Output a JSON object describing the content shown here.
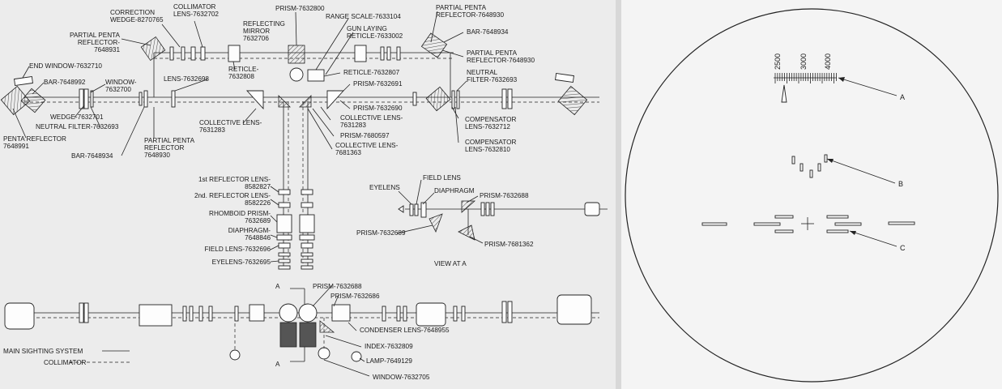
{
  "main_view": {
    "labels": {
      "correction_wedge": [
        "CORRECTION",
        "WEDGE-8270765"
      ],
      "collimator_lens_top": [
        "COLLIMATOR",
        "LENS-7632702"
      ],
      "prism_7632800": [
        "PRISM-7632800"
      ],
      "reflecting_mirror": [
        "REFLECTING",
        "MIRROR",
        "7632706"
      ],
      "range_scale": [
        "RANGE SCALE-7633104"
      ],
      "gun_laying_reticle": [
        "GUN LAYING",
        "RETICLE-7633002"
      ],
      "partial_penta_top_right": [
        "PARTIAL PENTA",
        "REFLECTOR-7648930"
      ],
      "bar_top_right": [
        "BAR-7648934"
      ],
      "partial_penta_right": [
        "PARTIAL PENTA",
        "REFLECTOR-7648930"
      ],
      "partial_penta_top_left": [
        "PARTIAL PENTA",
        "REFLECTOR-",
        "7648931"
      ],
      "end_window": [
        "END WINDOW-7632710"
      ],
      "bar_left": [
        "BAR-7648992"
      ],
      "window_left": [
        "WINDOW-",
        "7632700"
      ],
      "lens_7632698": [
        "LENS-7632698"
      ],
      "reticle_7632808": [
        "RETICLE-",
        "7632808"
      ],
      "reticle_7632807": [
        "RETICLE-7632807"
      ],
      "prism_7632691": [
        "PRISM-7632691"
      ],
      "neutral_filter_right": [
        "NEUTRAL",
        "FILTER-7632693"
      ],
      "prism_7632690": [
        "PRISM-7632690"
      ],
      "wedge_left": [
        "WEDGE-7632701"
      ],
      "neutral_filter_left": [
        "NEUTRAL FILTER-7632693"
      ],
      "penta_reflector": [
        "PENTA REFLECTOR",
        "7648991"
      ],
      "bar_bottom_left": [
        "BAR-7648934"
      ],
      "partial_penta_bottom": [
        "PARTIAL PENTA",
        "REFLECTOR",
        "7648930"
      ],
      "collective_lens_left": [
        "COLLECTIVE LENS-",
        "7631283"
      ],
      "collective_lens_right_a": [
        "COLLECTIVE LENS-",
        "7631283"
      ],
      "prism_7680597": [
        "PRISM-7680597"
      ],
      "collective_lens_right_b": [
        "COLLECTIVE LENS-",
        "7681363"
      ],
      "compensator_a": [
        "COMPENSATOR",
        "LENS-7632712"
      ],
      "compensator_b": [
        "COMPENSATOR",
        "LENS-7632810"
      ],
      "first_reflector_lens": [
        "1st REFLECTOR LENS-",
        "8582827"
      ],
      "second_reflector_lens": [
        "2nd. REFLECTOR LENS-",
        "8582226"
      ],
      "rhomboid_prism": [
        "RHOMBOID PRISM-",
        "7632689"
      ],
      "diaphragm_7648846": [
        "DIAPHRAGM-",
        "7648846"
      ],
      "field_lens_7632696": [
        "FIELD LENS-7632696"
      ],
      "eyelens_7632695": [
        "EYELENS-7632695"
      ],
      "eyelens": [
        "EYELENS"
      ],
      "field_lens": [
        "FIELD LENS"
      ],
      "diaphragm": [
        "DIAPHRAGM"
      ],
      "prism_7632688_view": [
        "PRISM-7632688"
      ],
      "prism_7632689_view": [
        "PRISM-7632689"
      ],
      "prism_7681362": [
        "PRISM-7681362"
      ],
      "view_at_a": [
        "VIEW AT A"
      ],
      "section_a_top": [
        "A"
      ],
      "section_a_bottom": [
        "A"
      ],
      "prism_7632688_bottom": [
        "PRISM-7632688"
      ],
      "prism_7632686": [
        "PRISM-7632686"
      ],
      "condenser_lens": [
        "CONDENSER LENS-7648955"
      ],
      "index": [
        "INDEX-7632809"
      ],
      "lamp": [
        "LAMP-7649129"
      ],
      "window_7632705": [
        "WINDOW-7632705"
      ],
      "legend_main": [
        "MAIN SIGHTING SYSTEM"
      ],
      "legend_collimator": [
        "COLLIMATOR"
      ]
    }
  },
  "reticle_view": {
    "scale_ticks": [
      "2500",
      "3000",
      "4000"
    ],
    "callouts": [
      "A",
      "B",
      "C"
    ]
  },
  "colors": {
    "background_left": "#ececec",
    "background_right": "#f4f4f4",
    "ink": "#222222"
  }
}
